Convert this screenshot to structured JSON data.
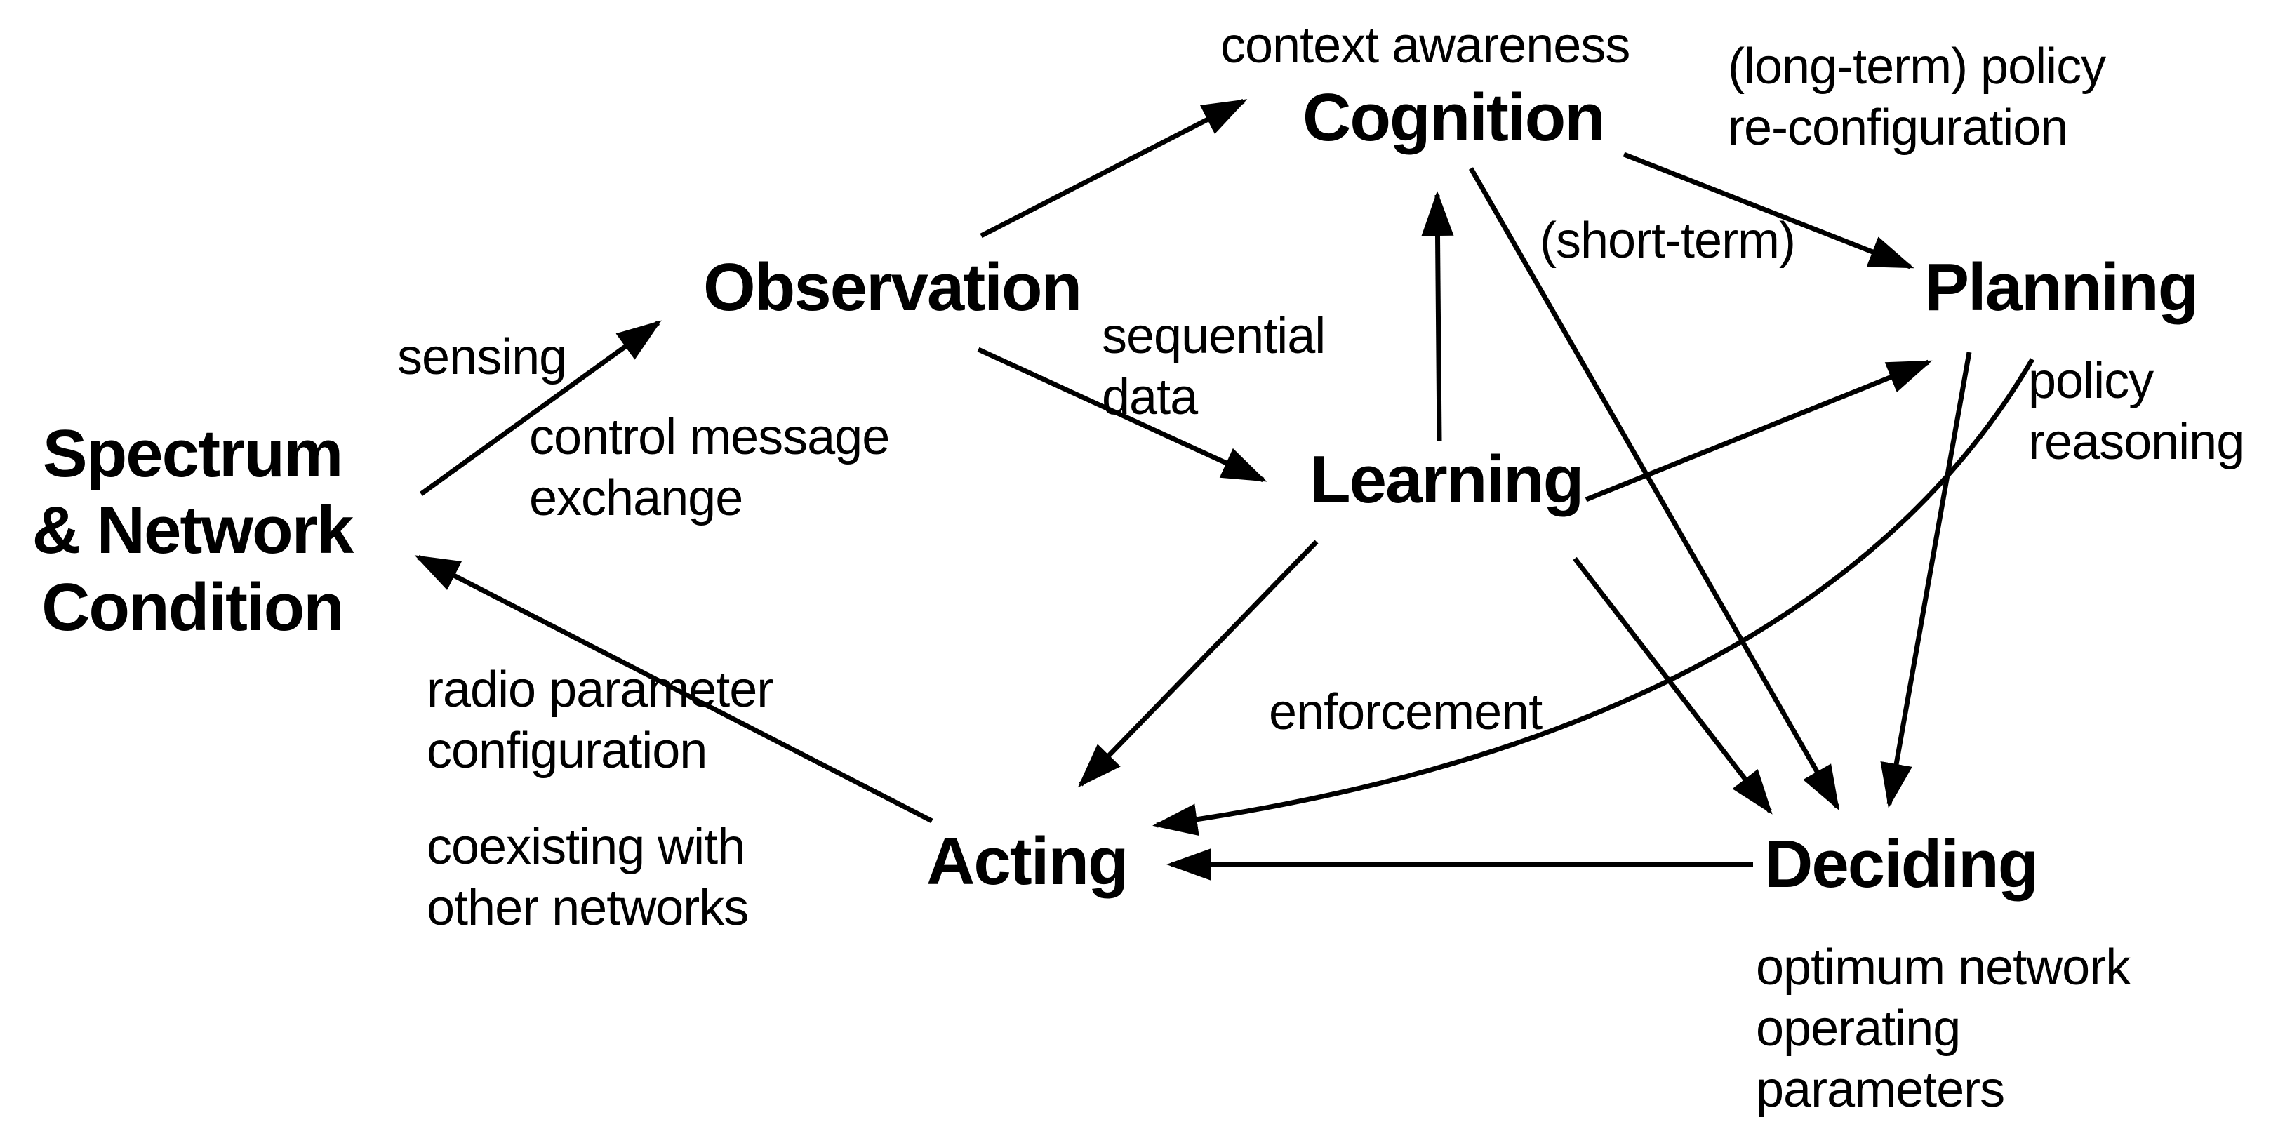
{
  "colors": {
    "ink": "#000000",
    "background": "#ffffff"
  },
  "nodes": {
    "spectrum": {
      "line1": "Spectrum",
      "line2": "& Network",
      "line3": "Condition"
    },
    "observation": "Observation",
    "cognition": "Cognition",
    "learning": "Learning",
    "planning": "Planning",
    "acting": "Acting",
    "deciding": "Deciding"
  },
  "labels": {
    "context_awareness": "context awareness",
    "long_term": {
      "line1": "(long-term) policy",
      "line2": "re-configuration"
    },
    "sensing": "sensing",
    "control_message": {
      "line1": "control message",
      "line2": "exchange"
    },
    "sequential_data": {
      "line1": "sequential",
      "line2": "data"
    },
    "short_term": "(short-term)",
    "policy_reasoning": {
      "line1": "policy",
      "line2": "reasoning"
    },
    "enforcement": "enforcement",
    "radio_parameter": {
      "line1": "radio parameter",
      "line2": "configuration"
    },
    "coexisting": {
      "line1": "coexisting with",
      "line2": "other networks"
    },
    "optimum": {
      "line1": "optimum network",
      "line2": "operating",
      "line3": "parameters"
    }
  },
  "edges": [
    {
      "from": "Spectrum & Network Condition",
      "to": "Observation",
      "label": "sensing / control message exchange"
    },
    {
      "from": "Observation",
      "to": "Cognition",
      "label": "context awareness"
    },
    {
      "from": "Observation",
      "to": "Learning",
      "label": "sequential data"
    },
    {
      "from": "Learning",
      "to": "Cognition",
      "label": ""
    },
    {
      "from": "Cognition",
      "to": "Planning",
      "label": "(long-term) policy re-configuration"
    },
    {
      "from": "Cognition",
      "to": "Deciding",
      "label": "(short-term)"
    },
    {
      "from": "Learning",
      "to": "Planning",
      "label": ""
    },
    {
      "from": "Planning",
      "to": "Deciding",
      "label": "policy reasoning"
    },
    {
      "from": "Learning",
      "to": "Deciding",
      "label": ""
    },
    {
      "from": "Deciding",
      "to": "Acting",
      "label": ""
    },
    {
      "from": "Learning",
      "to": "Acting",
      "label": ""
    },
    {
      "from": "Planning",
      "to": "Acting",
      "label": "enforcement"
    },
    {
      "from": "Acting",
      "to": "Spectrum & Network Condition",
      "label": "radio parameter configuration / coexisting with other networks"
    }
  ]
}
